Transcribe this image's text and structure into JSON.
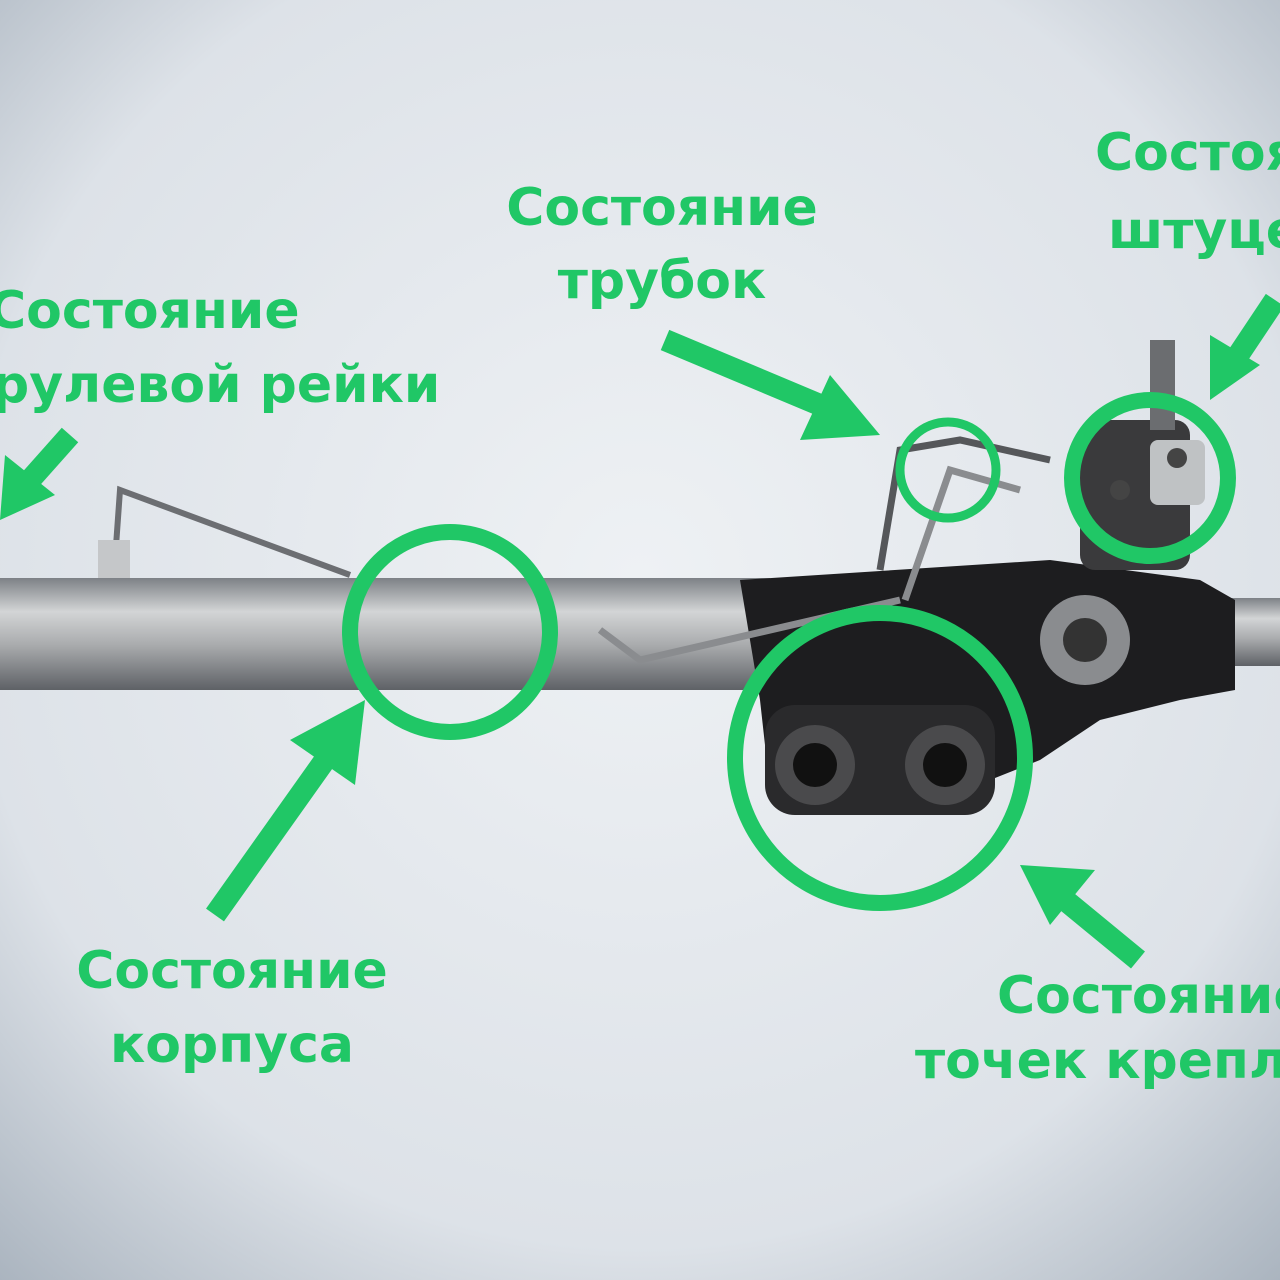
{
  "accent_color": "#20c766",
  "labels": {
    "rack": {
      "line1": "Состояние",
      "line2": "рулевой рейки"
    },
    "tubes": {
      "line1": "Состояние",
      "line2": "трубок"
    },
    "fittings": {
      "line1": "Состояние",
      "line2": "штуцеров"
    },
    "housing": {
      "line1": "Состояние",
      "line2": "корпуса"
    },
    "mounts": {
      "line1": "Состояние",
      "line2": "точек крепления"
    }
  }
}
